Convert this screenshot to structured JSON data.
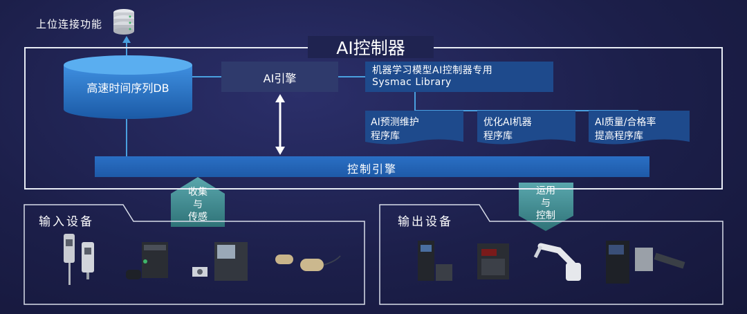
{
  "top_link": {
    "label": "上位连接功能",
    "icon": "database-icon"
  },
  "controller": {
    "title": "AI控制器",
    "timeseries_db": "高速时间序列DB",
    "ai_engine": "AI引擎",
    "ml_library": {
      "line1": "机器学习模型AI控制器专用",
      "line2": "Sysmac Library"
    },
    "libraries": [
      {
        "line1": "AI预测维护",
        "line2": "程序库"
      },
      {
        "line1": "优化AI机器",
        "line2": "程序库"
      },
      {
        "line1": "AI质量/合格率",
        "line2": "提高程序库"
      }
    ],
    "control_engine": "控制引擎"
  },
  "flows": {
    "collect": [
      "收集",
      "与",
      "传感"
    ],
    "apply": [
      "运用",
      "与",
      "控制"
    ]
  },
  "input_devices": {
    "title": "输入设备"
  },
  "output_devices": {
    "title": "输出设备"
  },
  "colors": {
    "background": "#1c1f4a",
    "frame": "#e8ecf5",
    "box_blue": "#1e4a8c",
    "engine_blue": "#2a6fc4",
    "arrow_teal": "#3f8f95"
  }
}
